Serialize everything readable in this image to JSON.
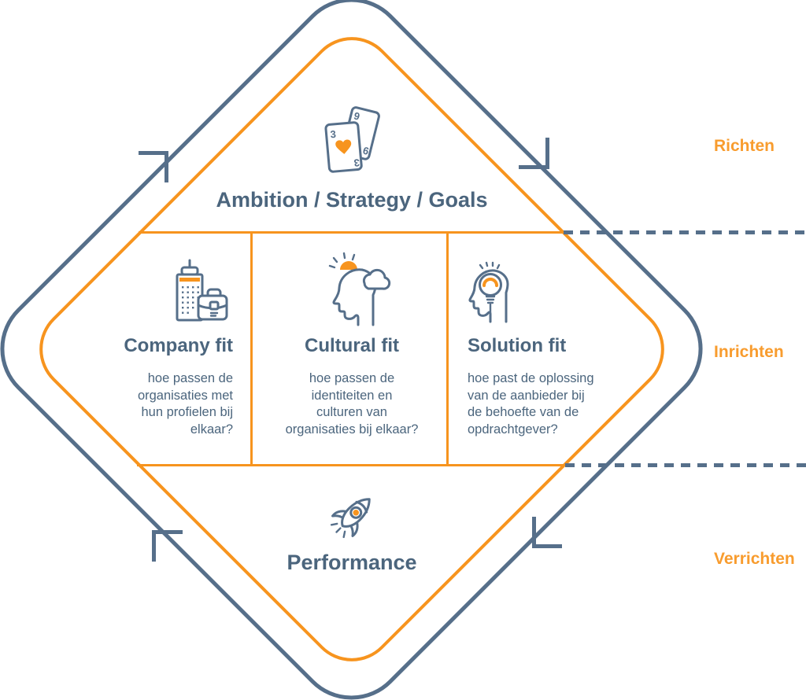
{
  "diagram": {
    "top": {
      "title": "Ambition / Strategy / Goals"
    },
    "fits": [
      {
        "title": "Company fit",
        "description": "hoe passen de\norganisaties met\nhun profielen bij\nelkaar?"
      },
      {
        "title": "Cultural fit",
        "description": "hoe passen de\nidentiteiten en\nculturen van\norganisaties bij elkaar?"
      },
      {
        "title": "Solution fit",
        "description": "hoe past de oplossing\nvan de aanbieder bij\nde behoefte van de\nopdrachtgever?"
      }
    ],
    "bottom": {
      "title": "Performance"
    },
    "phases": [
      {
        "label": "Richten"
      },
      {
        "label": "Inrichten"
      },
      {
        "label": "Verrichten"
      }
    ],
    "icons": {
      "cards": {
        "front_value": "3",
        "back_value": "9"
      }
    },
    "colors": {
      "orange": "#f7941e",
      "orange_label": "#f89c2e",
      "blue_line": "#566f8a",
      "blue_text": "#4b657d"
    }
  }
}
